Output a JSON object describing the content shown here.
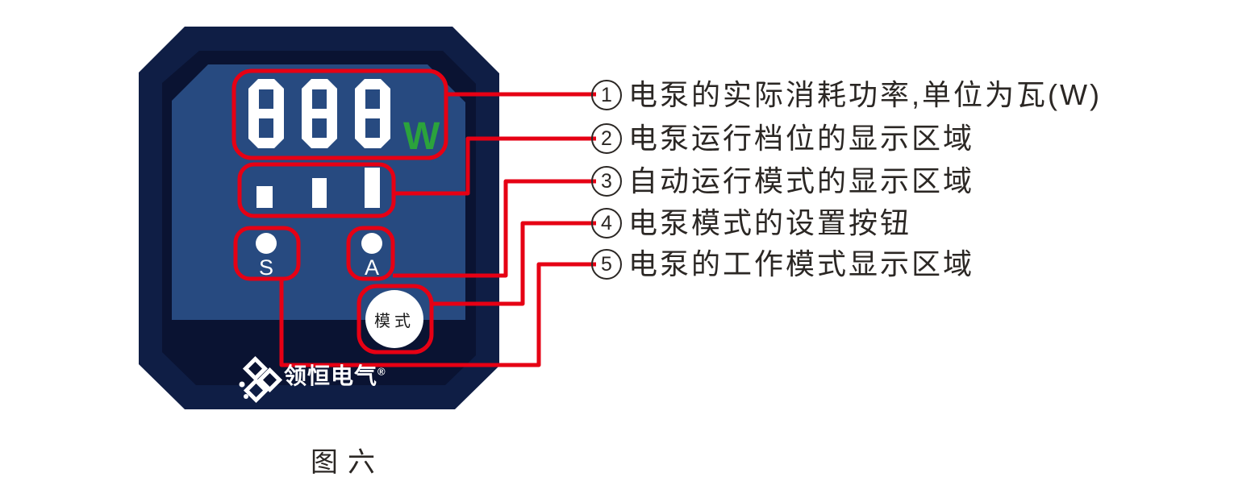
{
  "colors": {
    "frame_navy": "#0f1e45",
    "bezel_navy": "#0a1332",
    "panel_blue": "#274a80",
    "callout_red": "#e60014",
    "unit_green": "#2ba33c",
    "display_white": "#ffffff",
    "ink": "#2b2724"
  },
  "device": {
    "power_display": {
      "value": "888",
      "unit": "W"
    },
    "gear_bars": {
      "count": 3
    },
    "indicators": [
      {
        "label": "S"
      },
      {
        "label": "A"
      }
    ],
    "mode_button": {
      "label": "模式"
    },
    "brand": {
      "name": "领恒电气",
      "registered": "®"
    }
  },
  "annotations": [
    {
      "num": "1",
      "text": "电泵的实际消耗功率,单位为瓦(W)"
    },
    {
      "num": "2",
      "text": "电泵运行档位的显示区域"
    },
    {
      "num": "3",
      "text": "自动运行模式的显示区域"
    },
    {
      "num": "4",
      "text": "电泵模式的设置按钮"
    },
    {
      "num": "5",
      "text": "电泵的工作模式显示区域"
    }
  ],
  "caption": "图六"
}
